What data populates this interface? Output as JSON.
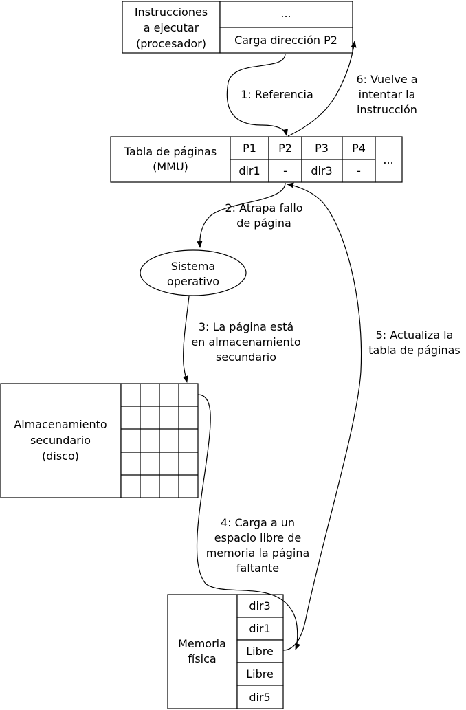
{
  "instructions": {
    "label": [
      "Instrucciones",
      "a ejecutar",
      "(procesador)"
    ],
    "cells": [
      "...",
      "Carga dirección P2"
    ]
  },
  "page_table": {
    "label": [
      "Tabla de páginas",
      "(MMU)"
    ],
    "headers": [
      "P1",
      "P2",
      "P3",
      "P4"
    ],
    "values": [
      "dir1",
      "-",
      "dir3",
      "-"
    ],
    "ellipsis": "..."
  },
  "os": {
    "label": [
      "Sistema",
      "operativo"
    ]
  },
  "secondary_storage": {
    "label": [
      "Almacenamiento",
      "secundario",
      "(disco)"
    ]
  },
  "physical_memory": {
    "label": [
      "Memoria",
      "física"
    ],
    "cells": [
      "dir3",
      "dir1",
      "Libre",
      "Libre",
      "dir5"
    ]
  },
  "steps": {
    "s1": [
      "1: Referencia"
    ],
    "s2": [
      "2: Atrapa fallo",
      "de página"
    ],
    "s3": [
      "3: La página está",
      "en almacenamiento",
      "secundario"
    ],
    "s4": [
      "4: Carga a un",
      "espacio libre de",
      "memoria la página",
      "faltante"
    ],
    "s5": [
      "5: Actualiza la",
      "tabla de páginas"
    ],
    "s6": [
      "6: Vuelve a",
      "intentar la",
      "instrucción"
    ]
  }
}
